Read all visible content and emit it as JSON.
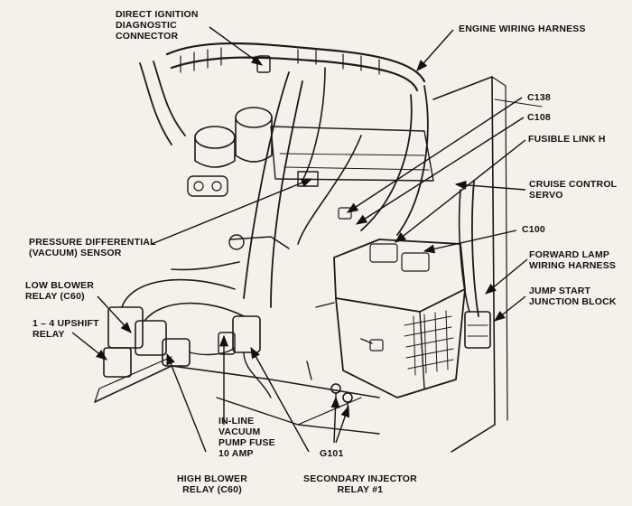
{
  "labels": {
    "direct_ignition": [
      "DIRECT IGNITION",
      "DIAGNOSTIC",
      "CONNECTOR"
    ],
    "engine_harness": [
      "ENGINE WIRING HARNESS"
    ],
    "c138": [
      "C138"
    ],
    "c108": [
      "C108"
    ],
    "fusible_link": [
      "FUSIBLE LINK H"
    ],
    "cruise_servo": [
      "CRUISE CONTROL",
      "SERVO"
    ],
    "c100": [
      "C100"
    ],
    "forward_lamp": [
      "FORWARD LAMP",
      "WIRING HARNESS"
    ],
    "jump_start": [
      "JUMP START",
      "JUNCTION BLOCK"
    ],
    "pressure_sensor": [
      "PRESSURE DIFFERENTIAL",
      "(VACUUM) SENSOR"
    ],
    "low_blower": [
      "LOW BLOWER",
      "RELAY (C60)"
    ],
    "upshift_relay": [
      "1 – 4 UPSHIFT",
      "RELAY"
    ],
    "inline_fuse": [
      "IN-LINE",
      "VACUUM",
      "PUMP FUSE",
      "10 AMP"
    ],
    "g101": [
      "G101"
    ],
    "high_blower": [
      "HIGH BLOWER",
      "RELAY (C60)"
    ],
    "secondary_injector": [
      "SECONDARY INJECTOR",
      "RELAY #1"
    ]
  },
  "colors": {
    "ink": "#111111",
    "paper": "#f4f1ea"
  }
}
